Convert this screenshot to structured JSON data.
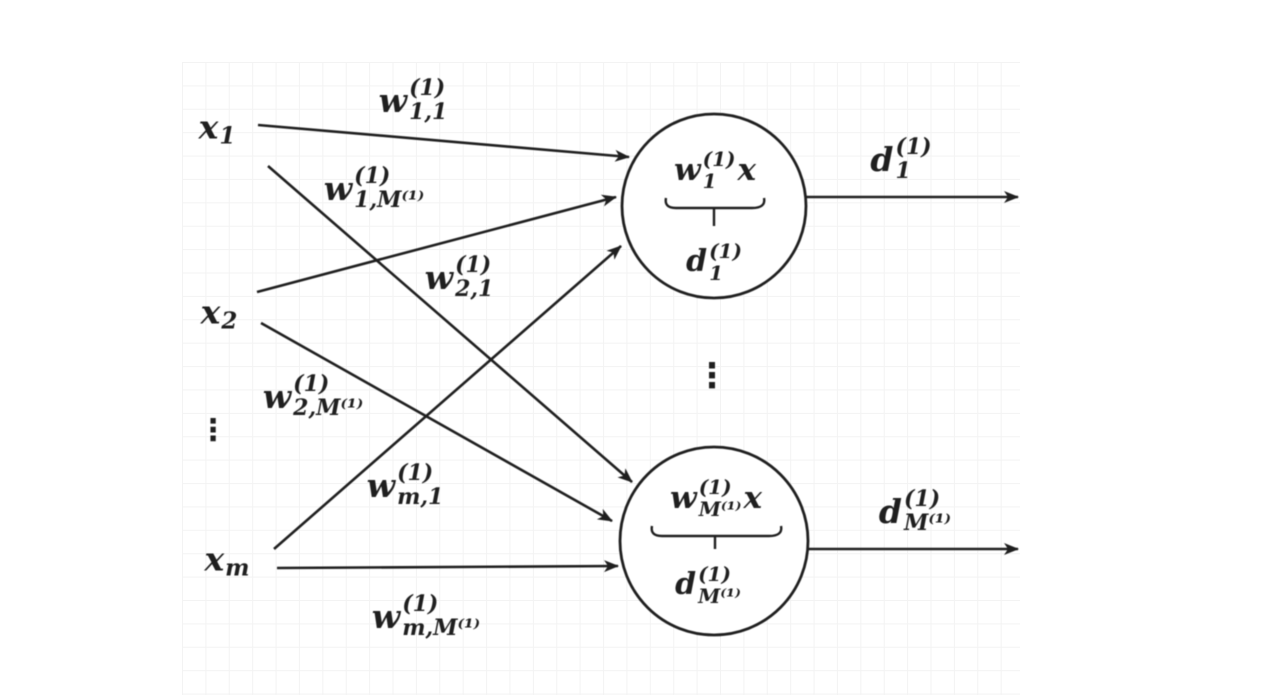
{
  "figure": {
    "type": "neural-network-layer-diagram",
    "inputs": [
      {
        "base": "x",
        "sub": "1"
      },
      {
        "base": "x",
        "sub": "2"
      },
      {
        "base": "x",
        "sub": "m"
      }
    ],
    "ellipsis_inputs": "⋮",
    "ellipsis_neurons": "⋮",
    "weights": [
      {
        "base": "w",
        "sup": "(1)",
        "sub": "1,1"
      },
      {
        "base": "w",
        "sup": "(1)",
        "sub": "1,M⁽¹⁾"
      },
      {
        "base": "w",
        "sup": "(1)",
        "sub": "2,1"
      },
      {
        "base": "w",
        "sup": "(1)",
        "sub": "2,M⁽¹⁾"
      },
      {
        "base": "w",
        "sup": "(1)",
        "sub": "m,1"
      },
      {
        "base": "w",
        "sup": "(1)",
        "sub": "m,M⁽¹⁾"
      }
    ],
    "neurons": [
      {
        "expr": {
          "base": "w",
          "sup": "(1)",
          "sub": "1",
          "vec": "x"
        },
        "label": {
          "base": "d",
          "sup": "(1)",
          "sub": "1"
        }
      },
      {
        "expr": {
          "base": "w",
          "sup": "(1)",
          "sub": "M⁽¹⁾",
          "vec": "x"
        },
        "label": {
          "base": "d",
          "sup": "(1)",
          "sub": "M⁽¹⁾"
        }
      }
    ],
    "outputs": [
      {
        "base": "d",
        "sup": "(1)",
        "sub": "1"
      },
      {
        "base": "d",
        "sup": "(1)",
        "sub": "M⁽¹⁾"
      }
    ],
    "colors": {
      "ink": "#1f1f1f",
      "background": "#ffffff",
      "grid": "#f3f3f3"
    }
  }
}
